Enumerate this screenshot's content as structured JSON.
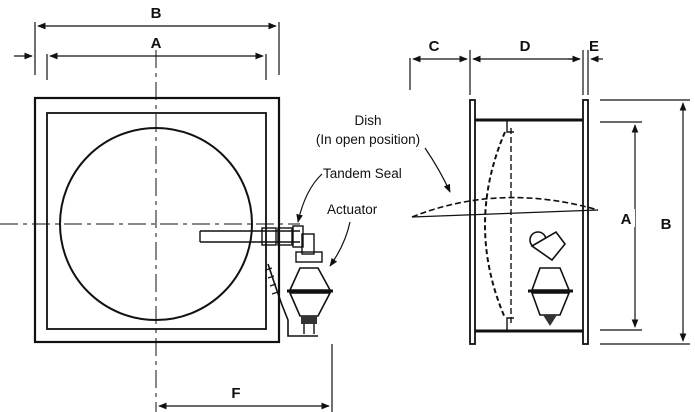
{
  "dimensions": {
    "a_left": "A",
    "b_left": "B",
    "f_bottom": "F",
    "c_side": "C",
    "d_side": "D",
    "e_side": "E",
    "a_side": "A",
    "b_side": "B"
  },
  "callouts": {
    "dish_line1": "Dish",
    "dish_line2": "(In open position)",
    "tandem_seal": "Tandem Seal",
    "actuator": "Actuator"
  }
}
